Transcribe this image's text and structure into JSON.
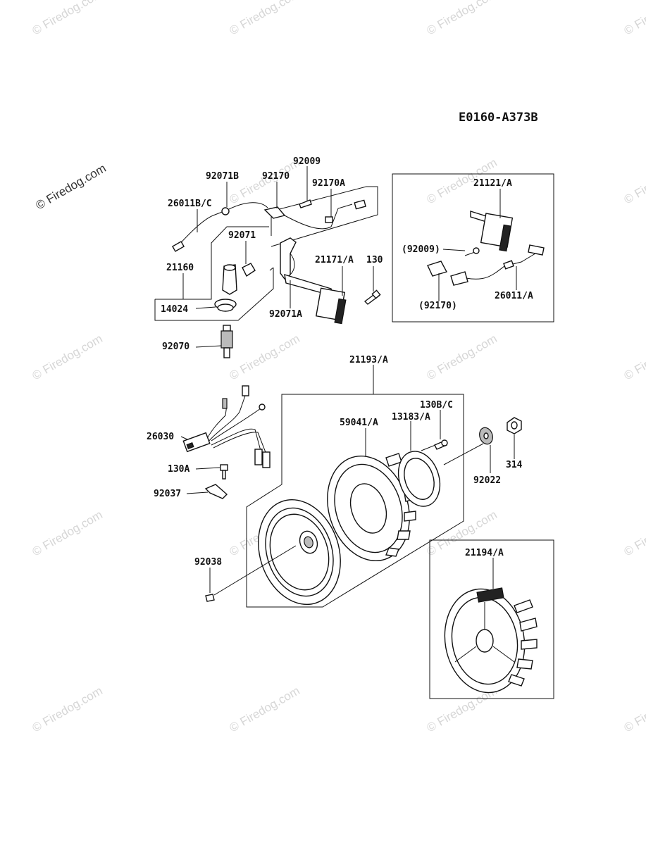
{
  "diagram_code": "E0160-A373B",
  "watermark": "© Firedog.com",
  "parts": {
    "p92071B": "92071B",
    "p92170": "92170",
    "p92009": "92009",
    "p92170A": "92170A",
    "p26011BC": "26011B/C",
    "p92071": "92071",
    "p21160": "21160",
    "p21171A": "21171/A",
    "p130": "130",
    "p14024": "14024",
    "p92071A": "92071A",
    "p92070": "92070",
    "p21121A": "21121/A",
    "p92009paren": "(92009)",
    "p92170paren": "(92170)",
    "p26011A": "26011/A",
    "p21193A": "21193/A",
    "p130BC": "130B/C",
    "p59041A": "59041/A",
    "p13183A": "13183/A",
    "p26030": "26030",
    "p130A": "130A",
    "p92037": "92037",
    "p92022": "92022",
    "p314": "314",
    "p92038": "92038",
    "p21194A": "21194/A"
  }
}
